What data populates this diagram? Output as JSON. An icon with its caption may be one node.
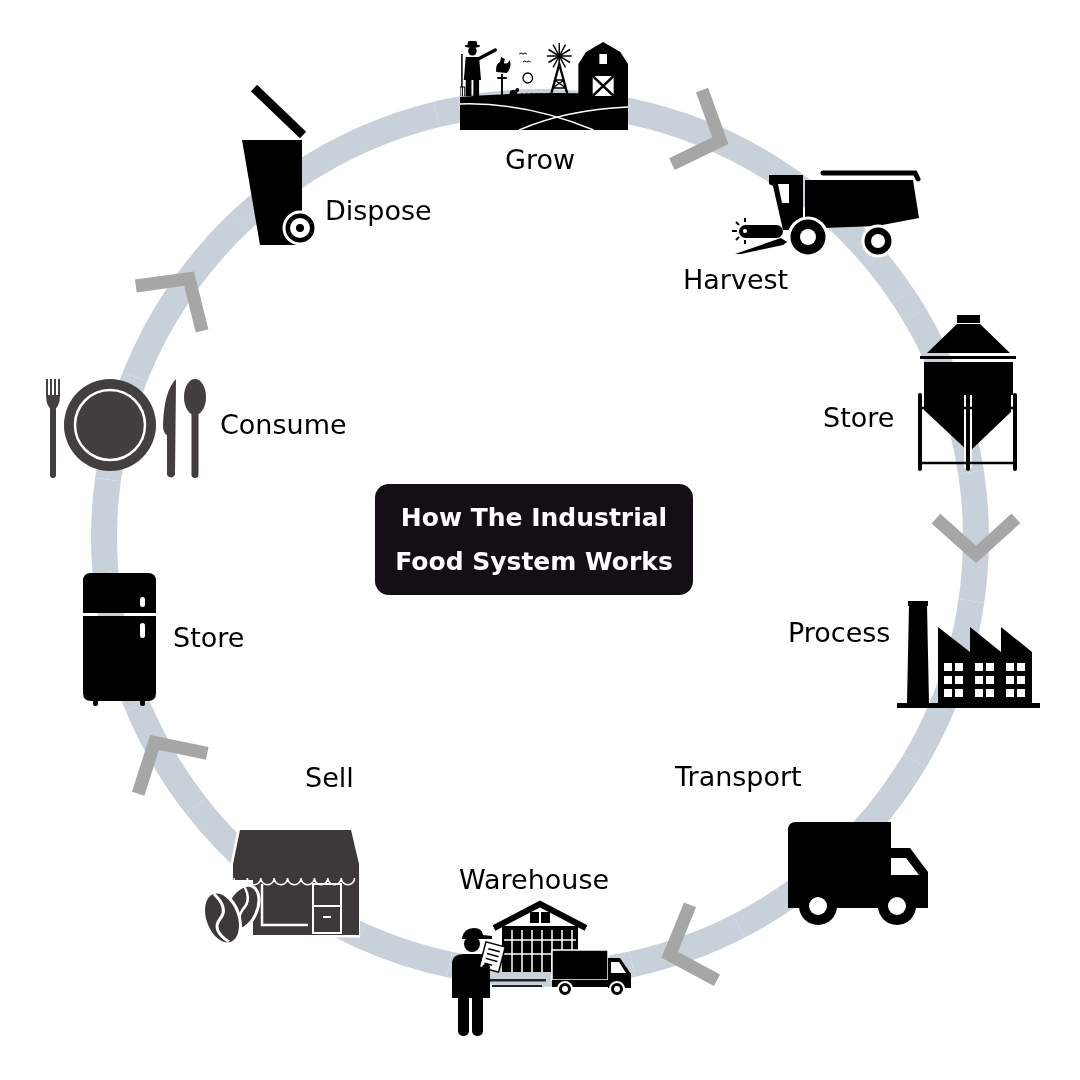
{
  "diagram": {
    "title": "How The Industrial Food System Works",
    "nodes": [
      {
        "text": [
          "Grow"
        ]
      },
      {
        "text": [
          "Harvest"
        ]
      },
      {
        "text": [
          "Store"
        ]
      },
      {
        "text": [
          "Process"
        ]
      },
      {
        "text": [
          "Transport"
        ]
      },
      {
        "text": [
          "Warehouse"
        ]
      },
      {
        "text": [
          "Sell"
        ]
      },
      {
        "text": [
          "Store"
        ]
      },
      {
        "text": [
          "Consume"
        ]
      },
      {
        "text": [
          "Dispose"
        ]
      }
    ],
    "edges": [
      {
        "from": 0,
        "to": 1,
        "arrow": "to"
      },
      {
        "from": 1,
        "to": 2,
        "arrow": "none"
      },
      {
        "from": 2,
        "to": 3,
        "arrow": "to"
      },
      {
        "from": 3,
        "to": 4,
        "arrow": "none"
      },
      {
        "from": 4,
        "to": 5,
        "arrow": "to"
      },
      {
        "from": 5,
        "to": 6,
        "arrow": "none"
      },
      {
        "from": 6,
        "to": 7,
        "arrow": "to"
      },
      {
        "from": 7,
        "to": 8,
        "arrow": "none"
      },
      {
        "from": 8,
        "to": 9,
        "arrow": "to"
      },
      {
        "from": 9,
        "to": 0,
        "arrow": "none"
      }
    ]
  }
}
